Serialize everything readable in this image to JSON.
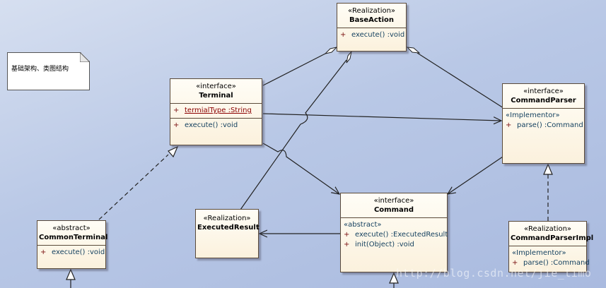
{
  "note": {
    "text": "基础架构、类图结构"
  },
  "classes": {
    "base_action": {
      "stereotype": "«Realization»",
      "name": "BaseAction",
      "ops": [
        {
          "vis": "+",
          "sig": "execute()  :void"
        }
      ]
    },
    "terminal": {
      "stereotype": "«interface»",
      "name": "Terminal",
      "attrs": [
        {
          "vis": "+",
          "sig": "termialType  :String"
        }
      ],
      "ops": [
        {
          "vis": "+",
          "sig": "execute()  :void"
        }
      ]
    },
    "command_parser": {
      "stereotype": "«interface»",
      "name": "CommandParser",
      "sub": "«Implementor»",
      "ops": [
        {
          "vis": "+",
          "sig": "parse()  :Command"
        }
      ]
    },
    "command": {
      "stereotype": "«interface»",
      "name": "Command",
      "sub": "«abstract»",
      "ops": [
        {
          "vis": "+",
          "sig": "execute()  :ExecutedResult"
        },
        {
          "vis": "+",
          "sig": "init(Object)  :void"
        }
      ]
    },
    "executed_result": {
      "stereotype": "«Realization»",
      "name": "ExecutedResult"
    },
    "common_terminal": {
      "stereotype": "«abstract»",
      "name": "CommonTerminal",
      "ops": [
        {
          "vis": "+",
          "sig": "execute()  :void"
        }
      ]
    },
    "command_parser_impl": {
      "stereotype": "«Realization»",
      "name": "CommandParserImpl",
      "sub": "«Implementor»",
      "ops": [
        {
          "vis": "+",
          "sig": "parse()  :Command"
        }
      ]
    }
  },
  "watermark": {
    "text": "http://blog.csdn.net/jie_timo"
  },
  "colors": {
    "background": "#b9c8e6",
    "class_fill": "#fdf5e6",
    "class_border": "#5a4a3a",
    "operation_text": "#123f5e",
    "attribute_text": "#8b0000"
  }
}
